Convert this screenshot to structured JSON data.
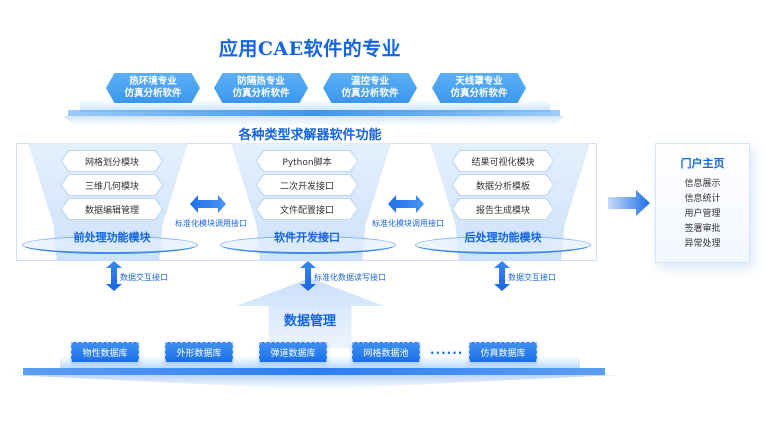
{
  "title": "应用CAE软件的专业",
  "specialties": [
    {
      "line1": "热环境专业",
      "line2": "仿真分析软件"
    },
    {
      "line1": "防隔热专业",
      "line2": "仿真分析软件"
    },
    {
      "line1": "温控专业",
      "line2": "仿真分析软件"
    },
    {
      "line1": "天线罩专业",
      "line2": "仿真分析软件"
    }
  ],
  "solver_title": "各种类型求解器软件功能",
  "modules": [
    {
      "title": "前处理功能模块",
      "items": [
        "网格划分模块",
        "三维几何模块",
        "数据编辑管理"
      ]
    },
    {
      "title": "软件开发接口",
      "items": [
        "Python脚本",
        "二次开发接口",
        "文件配置接口"
      ]
    },
    {
      "title": "后处理功能模块",
      "items": [
        "结果可视化模块",
        "数据分析模板",
        "报告生成模块"
      ]
    }
  ],
  "module_interfaces": [
    "标准化模块调用接口",
    "标准化模块调用接口"
  ],
  "data_links": [
    "数据交互接口",
    "标准化数据读写接口",
    "数据交互接口"
  ],
  "portal": {
    "title": "门户主页",
    "items": [
      "信息展示",
      "信息统计",
      "用户管理",
      "签署审批",
      "异常处理"
    ]
  },
  "data_management": {
    "title": "数据管理",
    "databases": [
      "物性数据库",
      "外形数据库",
      "弹道数据库",
      "网格数据池",
      "仿真数据库"
    ],
    "ellipsis": "......"
  },
  "colors": {
    "accent": "#1565e0",
    "badge": "#3d97ee",
    "db": "#1a6fe8"
  }
}
